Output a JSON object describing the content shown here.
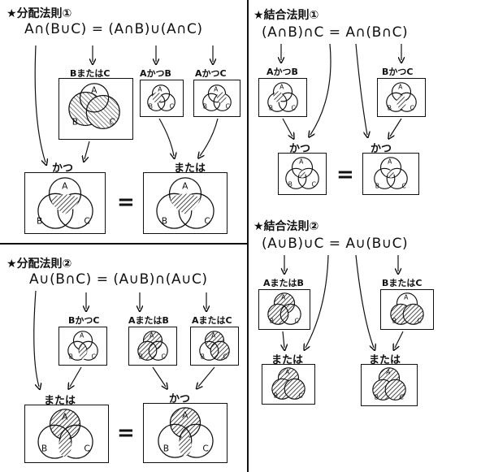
{
  "sections": {
    "distributive1": {
      "title": "分配法則①",
      "equation": "A∩(B∪C) = (A∩B)∪(A∩C)",
      "label_b_or_c": "BまたはC",
      "label_a_and_b": "AかつB",
      "label_a_and_c": "AかつC",
      "label_and": "かつ",
      "label_or": "または",
      "equals": "="
    },
    "distributive2": {
      "title": "分配法則②",
      "equation": "A∪(B∩C) = (A∪B)∩(A∪C)",
      "label_b_and_c": "BかつC",
      "label_a_or_b": "AまたはB",
      "label_a_or_c": "AまたはC",
      "label_or": "または",
      "label_and": "かつ",
      "equals": "="
    },
    "associative1": {
      "title": "結合法則①",
      "equation": "(A∩B)∩C = A∩(B∩C)",
      "label_a_and_b": "AかつB",
      "label_b_and_c": "BかつC",
      "label_and_left": "かつ",
      "label_and_right": "かつ",
      "equals": "="
    },
    "associative2": {
      "title": "結合法則②",
      "equation": "(A∪B)∪C = A∪(B∪C)",
      "label_a_or_b": "AまたはB",
      "label_b_or_c": "BまたはC",
      "label_or_left": "または",
      "label_or_right": "または"
    }
  },
  "set_names": {
    "a": "A",
    "b": "B",
    "c": "C"
  },
  "star_icon": "star-icon",
  "colors": {
    "ink": "#111111",
    "shade": "#666666"
  }
}
